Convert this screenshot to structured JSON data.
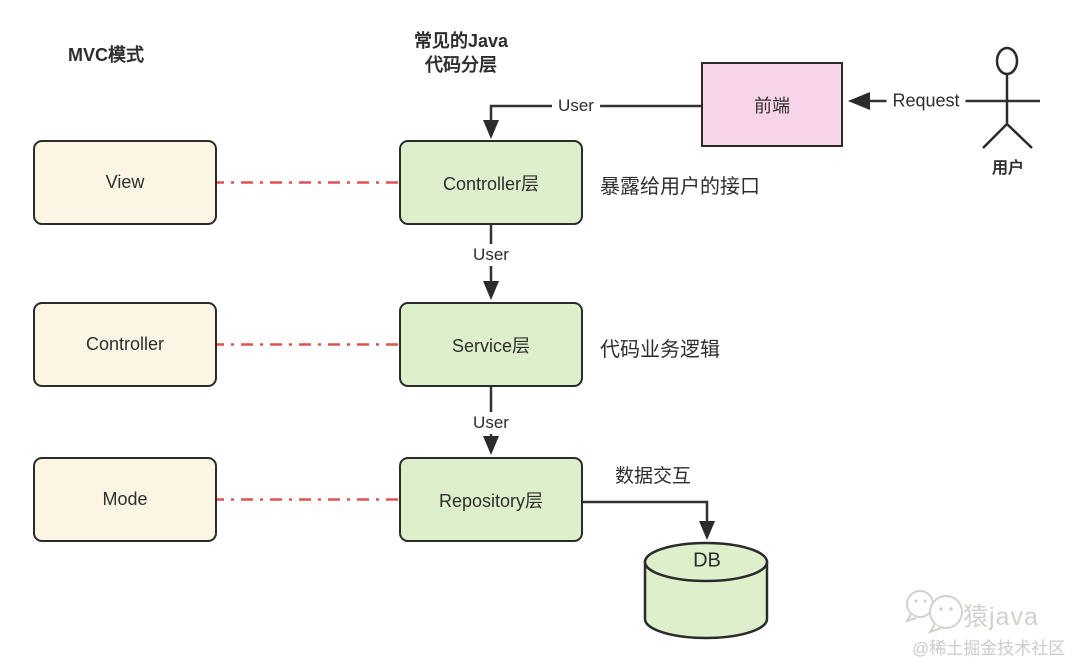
{
  "titles": {
    "mvc": "MVC模式",
    "java_line1": "常见的Java",
    "java_line2": "代码分层"
  },
  "mvc_boxes": [
    {
      "label": "View"
    },
    {
      "label": "Controller"
    },
    {
      "label": "Mode"
    }
  ],
  "layer_boxes": [
    {
      "label": "Controller层"
    },
    {
      "label": "Service层"
    },
    {
      "label": "Repository层"
    }
  ],
  "annotations": [
    {
      "text": "暴露给用户的接口"
    },
    {
      "text": "代码业务逻辑"
    },
    {
      "text": "数据交互"
    }
  ],
  "frontend_box": {
    "label": "前端"
  },
  "actor": {
    "label": "用户"
  },
  "edges": {
    "request_label": "Request",
    "frontend_to_controller_label": "User",
    "controller_to_service_label": "User",
    "service_to_repository_label": "User"
  },
  "db": {
    "label": "DB"
  },
  "watermark": {
    "brand": "猿java",
    "community": "@稀土掘金技术社区"
  },
  "colors": {
    "layer_fill": "#ddf0cb",
    "mvc_fill": "#faf6e3",
    "frontend_fill": "#f8d4e8",
    "border": "#2b2b2b",
    "line": "#333333",
    "mvc_link_red": "#e05252",
    "watermark_gray": "#d3d1cc"
  }
}
